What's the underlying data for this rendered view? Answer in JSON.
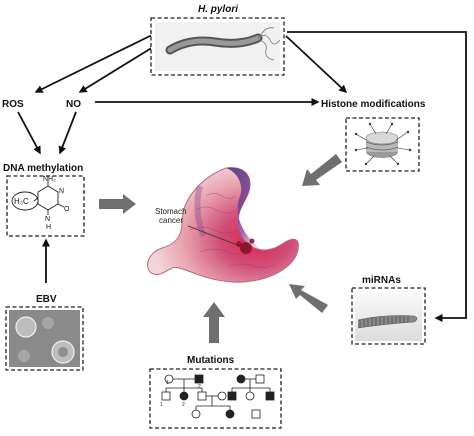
{
  "nodes": {
    "h_pylori": "H. pylori",
    "ros": "ROS",
    "no": "NO",
    "histone": "Histone modifications",
    "dna_methylation": "DNA methylation",
    "ebv": "EBV",
    "mirnas": "miRNAs",
    "mutations": "Mutations",
    "stomach_cancer_line1": "Stomach",
    "stomach_cancer_line2": "cancer"
  },
  "molecule": {
    "ch3": "H₃C",
    "nh2": "NH₂",
    "n_top": "N",
    "n_bottom": "N",
    "h": "H",
    "o": "O"
  },
  "colors": {
    "line": "#111111",
    "gray_arrow": "#6f6f6f",
    "stomach_outer": "#e8a3b0",
    "stomach_inner": "#c0306a",
    "stomach_purple": "#7a3c8c"
  }
}
